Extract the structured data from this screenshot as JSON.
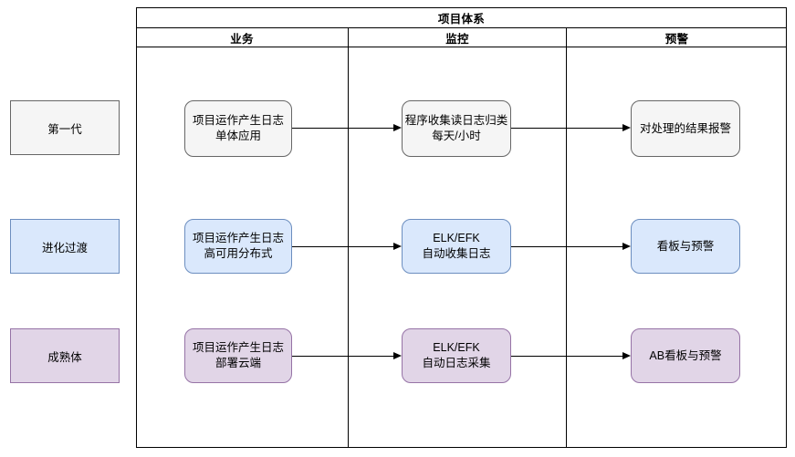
{
  "table": {
    "title": "项目体系",
    "columns": [
      "业务",
      "监控",
      "预警"
    ]
  },
  "generations": [
    {
      "label": "第一代",
      "color": "#f5f5f5",
      "border": "#666666"
    },
    {
      "label": "进化过渡",
      "color": "#dae8fc",
      "border": "#6c8ebf"
    },
    {
      "label": "成熟体",
      "color": "#e1d5e7",
      "border": "#9673a6"
    }
  ],
  "rows": [
    {
      "generation": "第一代",
      "business": {
        "line1": "项目运作产生日志",
        "line2": "单体应用"
      },
      "monitor": {
        "line1": "程序收集读日志归类",
        "line2": "每天/小时"
      },
      "alert": {
        "line1": "对处理的结果报警",
        "line2": ""
      }
    },
    {
      "generation": "进化过渡",
      "business": {
        "line1": "项目运作产生日志",
        "line2": "高可用分布式"
      },
      "monitor": {
        "line1": "ELK/EFK",
        "line2": "自动收集日志"
      },
      "alert": {
        "line1": "看板与预警",
        "line2": ""
      }
    },
    {
      "generation": "成熟体",
      "business": {
        "line1": "项目运作产生日志",
        "line2": "部署云端"
      },
      "monitor": {
        "line1": "ELK/EFK",
        "line2": "自动日志采集"
      },
      "alert": {
        "line1": "AB看板与预警",
        "line2": ""
      }
    }
  ],
  "colors": {
    "gray_fill": "#f5f5f5",
    "gray_border": "#666666",
    "blue_fill": "#dae8fc",
    "blue_border": "#6c8ebf",
    "purple_fill": "#e1d5e7",
    "purple_border": "#9673a6",
    "grid_line": "#000000"
  }
}
